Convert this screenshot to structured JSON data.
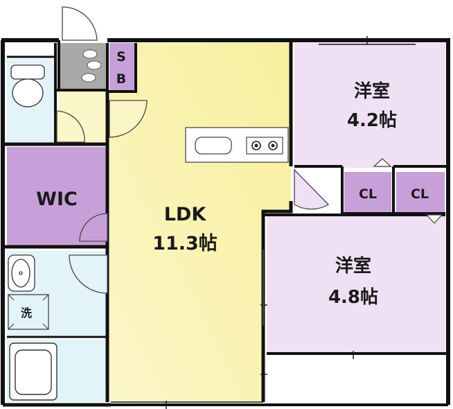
{
  "floorplan": {
    "rooms": {
      "ldk": {
        "name": "LDK",
        "size": "11.3帖",
        "color": "#fbf5b7"
      },
      "western1": {
        "name": "洋室",
        "size": "4.2帖",
        "color": "#efe1f3"
      },
      "western2": {
        "name": "洋室",
        "size": "4.8帖",
        "color": "#efe1f3"
      },
      "wic": {
        "name": "WIC",
        "color": "#c8a0d9"
      },
      "shoe_box": {
        "letters": [
          "S",
          "B"
        ],
        "color": "#c8a0d9"
      },
      "closet1": {
        "name": "CL",
        "color": "#c8a0d9"
      },
      "closet2": {
        "name": "CL",
        "color": "#c8a0d9"
      },
      "washer": {
        "name": "洗"
      }
    },
    "colors": {
      "wall": "#111111",
      "wet_area": "#e3f4f9",
      "entrance": "#a9a9a9",
      "balcony": "#ffffff"
    }
  }
}
